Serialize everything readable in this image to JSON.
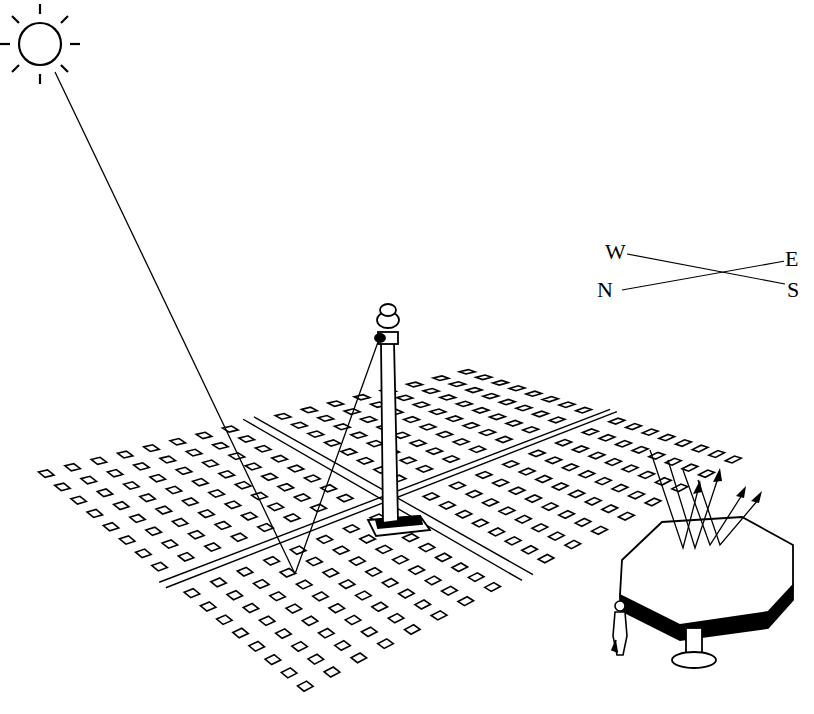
{
  "diagram": {
    "labels": [
      "W",
      "E",
      "N",
      "S"
    ]
  }
}
